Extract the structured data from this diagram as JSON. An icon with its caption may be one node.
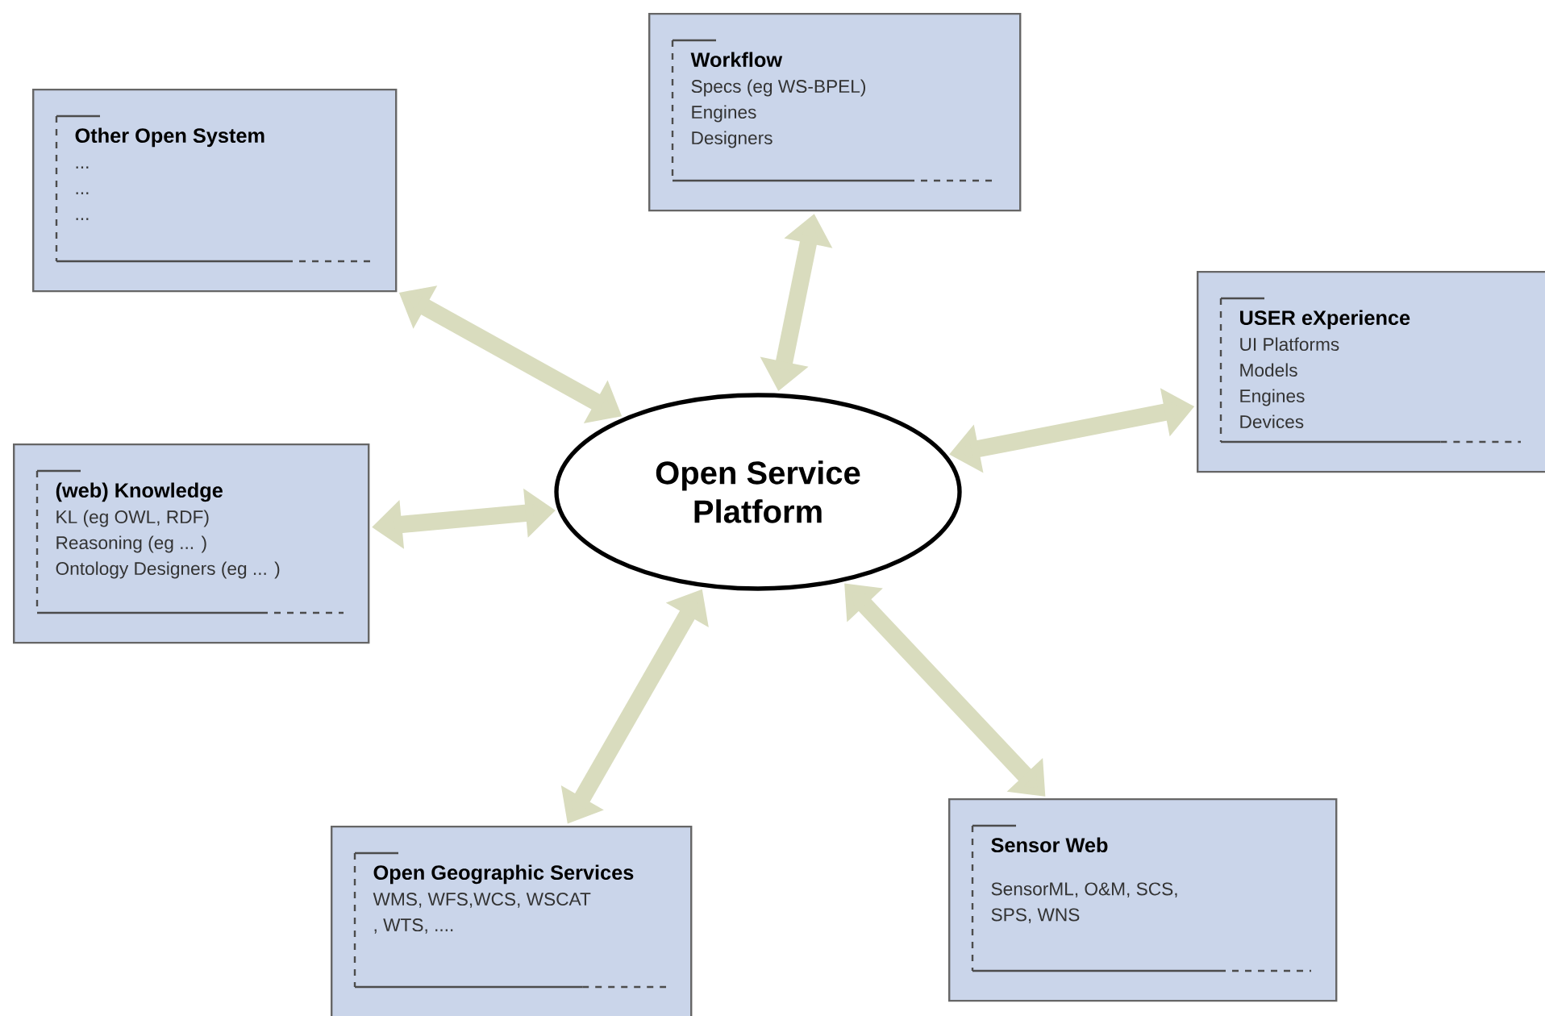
{
  "diagram": {
    "nodes": [
      {
        "text": [
          "Workflow",
          "Specs (eg WS-BPEL)",
          "Engines",
          "Designers"
        ]
      },
      {
        "text": [
          "Other Open System",
          "...",
          "...",
          "..."
        ]
      },
      {
        "text": [
          "USER eXperience",
          "UI Platforms",
          "Models",
          "Engines",
          "Devices"
        ]
      },
      {
        "text": [
          "(web) Knowledge",
          "KL (eg OWL, RDF)",
          "Reasoning (eg ... )",
          "Ontology Designers (eg ... )"
        ]
      },
      {
        "text": [
          "Open Service Platform"
        ]
      },
      {
        "text": [
          "Open Geographic Services",
          "WMS, WFS,WCS, WSCAT",
          ", WTS, ...."
        ]
      },
      {
        "text": [
          "Sensor Web",
          "SensorML, O&M, SCS,",
          "SPS, WNS"
        ]
      }
    ],
    "edges": [
      {
        "from": 4,
        "to": 0,
        "arrow": "both"
      },
      {
        "from": 4,
        "to": 1,
        "arrow": "both"
      },
      {
        "from": 4,
        "to": 2,
        "arrow": "both"
      },
      {
        "from": 4,
        "to": 3,
        "arrow": "both"
      },
      {
        "from": 4,
        "to": 5,
        "arrow": "both"
      },
      {
        "from": 4,
        "to": 6,
        "arrow": "both"
      }
    ]
  }
}
